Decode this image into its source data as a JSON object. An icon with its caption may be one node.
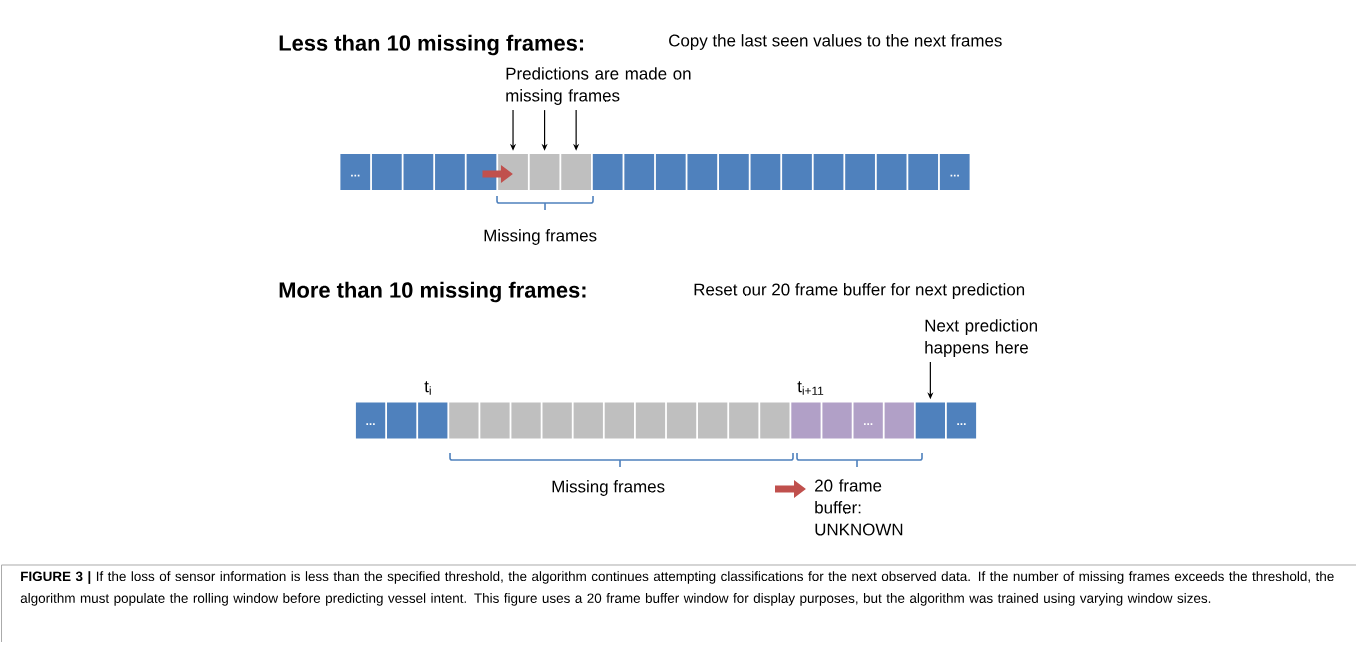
{
  "diagram": {
    "caption": "**FIGURE 3 |** If the loss of sensor information is less than the specified threshold, the algorithm continues attempting classifications for the next observed data. If the number of missing frames exceeds the threshold, the algorithm must populate the rolling window before predicting vessel intent. This figure uses a 20 frame buffer window for display purposes, but the algorithm was trained using varying window sizes.",
    "nodes": [
      {
        "text": [
          "..."
        ]
      },
      {
        "text": [],
        "shape": "box"
      },
      {
        "text": [],
        "shape": "box"
      },
      {
        "text": [],
        "shape": "box"
      },
      {
        "text": [],
        "shape": "box"
      },
      {
        "text": [],
        "shape": "box"
      },
      {
        "text": [],
        "shape": "box"
      },
      {
        "text": [],
        "shape": "box"
      },
      {
        "text": [],
        "shape": "box"
      },
      {
        "text": [],
        "shape": "box"
      },
      {
        "text": [],
        "shape": "box"
      },
      {
        "text": [],
        "shape": "box"
      },
      {
        "text": [],
        "shape": "box"
      },
      {
        "text": [],
        "shape": "box"
      },
      {
        "text": [],
        "shape": "box"
      },
      {
        "text": [],
        "shape": "box"
      },
      {
        "text": [],
        "shape": "box"
      },
      {
        "text": [],
        "shape": "box"
      },
      {
        "text": [],
        "shape": "box"
      },
      {
        "text": [
          "..."
        ]
      },
      {
        "text": [
          "Predictions are made on missing frames"
        ]
      },
      {
        "text": [
          "..."
        ]
      },
      {
        "text": [],
        "shape": "box"
      },
      {
        "text": [],
        "shape": "box"
      },
      {
        "text": [],
        "shape": "box"
      },
      {
        "text": [],
        "shape": "box"
      },
      {
        "text": [],
        "shape": "box"
      },
      {
        "text": [],
        "shape": "box"
      },
      {
        "text": [],
        "shape": "box"
      },
      {
        "text": [],
        "shape": "box"
      },
      {
        "text": [],
        "shape": "box"
      },
      {
        "text": [],
        "shape": "box"
      },
      {
        "text": [],
        "shape": "box"
      },
      {
        "text": [],
        "shape": "box"
      },
      {
        "text": [],
        "shape": "box"
      },
      {
        "text": [],
        "shape": "box"
      },
      {
        "text": [],
        "shape": "box"
      },
      {
        "text": [
          "..."
        ]
      },
      {
        "text": [],
        "shape": "box"
      },
      {
        "text": [],
        "shape": "box"
      },
      {
        "text": [
          "..."
        ]
      },
      {
        "text": [
          "Next prediction happens here"
        ]
      },
      {
        "text": [
          "20 frame buffer: UNKNOWN"
        ]
      }
    ],
    "edges": [
      {
        "from": 20,
        "to": 5,
        "arrow": "to"
      },
      {
        "from": 20,
        "to": 6,
        "arrow": "to"
      },
      {
        "from": 20,
        "to": 7,
        "arrow": "to"
      },
      {
        "from": 4,
        "to": 5,
        "arrow": "to",
        "style": "thick",
        "color": "#c0504d"
      },
      {
        "from": 41,
        "to": 39,
        "arrow": "to"
      },
      {
        "from": null,
        "to": 42,
        "arrow": "to",
        "style": "thick",
        "color": "#c0504d"
      }
    ],
    "labels": [
      "Less than 10 missing frames:",
      "Copy the last seen values to the next frames",
      "Missing frames",
      "More than 10 missing frames:",
      "Reset our 20 frame buffer for next prediction",
      "t$_{i}$",
      "t$_{i+11}$",
      "Missing frames"
    ]
  }
}
